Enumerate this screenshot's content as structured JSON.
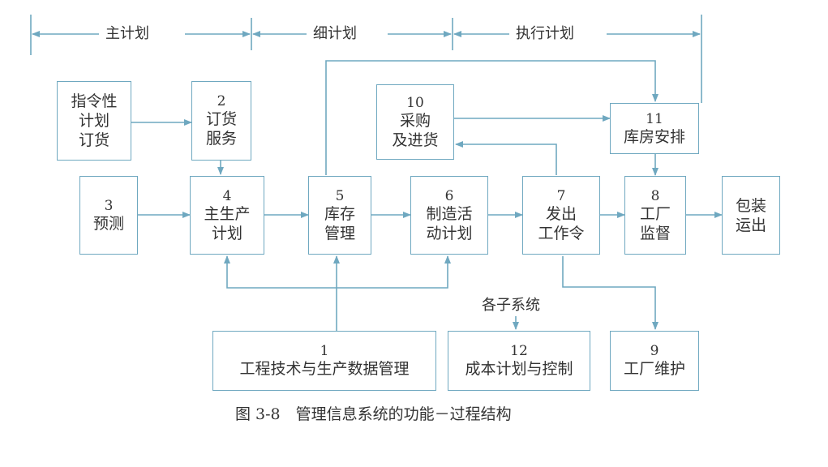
{
  "phases": {
    "master": "主计划",
    "detail": "细计划",
    "execution": "执行计划"
  },
  "boxes": {
    "b_directive": {
      "lines": [
        "指令性",
        "计划",
        "订货"
      ]
    },
    "b2": {
      "num": "2",
      "lines": [
        "订货",
        "服务"
      ]
    },
    "b3": {
      "num": "3",
      "lines": [
        "预测"
      ]
    },
    "b4": {
      "num": "4",
      "lines": [
        "主生产",
        "计划"
      ]
    },
    "b5": {
      "num": "5",
      "lines": [
        "库存",
        "管理"
      ]
    },
    "b6": {
      "num": "6",
      "lines": [
        "制造活",
        "动计划"
      ]
    },
    "b7": {
      "num": "7",
      "lines": [
        "发出",
        "工作令"
      ]
    },
    "b8": {
      "num": "8",
      "lines": [
        "工厂",
        "监督"
      ]
    },
    "b_pack": {
      "lines": [
        "包装",
        "运出"
      ]
    },
    "b10": {
      "num": "10",
      "lines": [
        "采购",
        "及进货"
      ]
    },
    "b11": {
      "num": "11",
      "lines": [
        "库房安排"
      ]
    },
    "b1": {
      "num": "1",
      "lines": [
        "工程技术与生产数据管理"
      ]
    },
    "b12": {
      "num": "12",
      "lines": [
        "成本计划与控制"
      ]
    },
    "b9": {
      "num": "9",
      "lines": [
        "工厂维护"
      ]
    }
  },
  "subsystems_label": "各子系统",
  "caption": "图 3-8　管理信息系统的功能－过程结构",
  "colors": {
    "line": "#6fa8c0",
    "text": "#333333"
  }
}
